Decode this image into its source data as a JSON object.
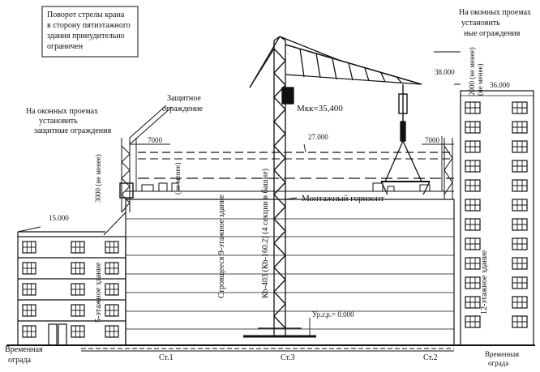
{
  "labels": {
    "note_top_left": [
      "Поворот стрелы крана",
      "в сторону пятиэтажного",
      "здания принудительно",
      "ограничен"
    ],
    "note_top_right": [
      "На оконных проемах",
      "установить",
      "ные ограждения"
    ],
    "note_left_windows": [
      "На оконных проемах",
      "установить",
      "защитные ограждения"
    ],
    "protective_fence": [
      "Защитное",
      "ограждение"
    ],
    "crane_capacity": "Мкк=35,400",
    "mount_horizon": "Монтажный горизонт",
    "building_9": "Строящееся 9-этажное здание",
    "crane_model": "Кb-403 (Кb-160.2) (4 секции в башне)",
    "building_5": "5-этажное здание",
    "building_12": "12-этажное здание",
    "not_less_left": "3000 (не менее)",
    "not_less_right": "2000 (не менее)",
    "not_less_mid_left": "(не менее)",
    "not_less_mid_right": "(не менее)",
    "temp_fence_left": [
      "Временная",
      "ограда"
    ],
    "temp_fence_right": [
      "Временная",
      "ограда"
    ],
    "ground_level": "Ур.г.р.= 0.000",
    "dim_7000_left": "7000",
    "dim_7000_right": "7000",
    "levels": {
      "l38": "38.000",
      "l36": "36.000",
      "l27": "27.000",
      "l15": "15.000"
    },
    "stations": [
      "Ст.1",
      "Ст.3",
      "Ст.2"
    ]
  }
}
